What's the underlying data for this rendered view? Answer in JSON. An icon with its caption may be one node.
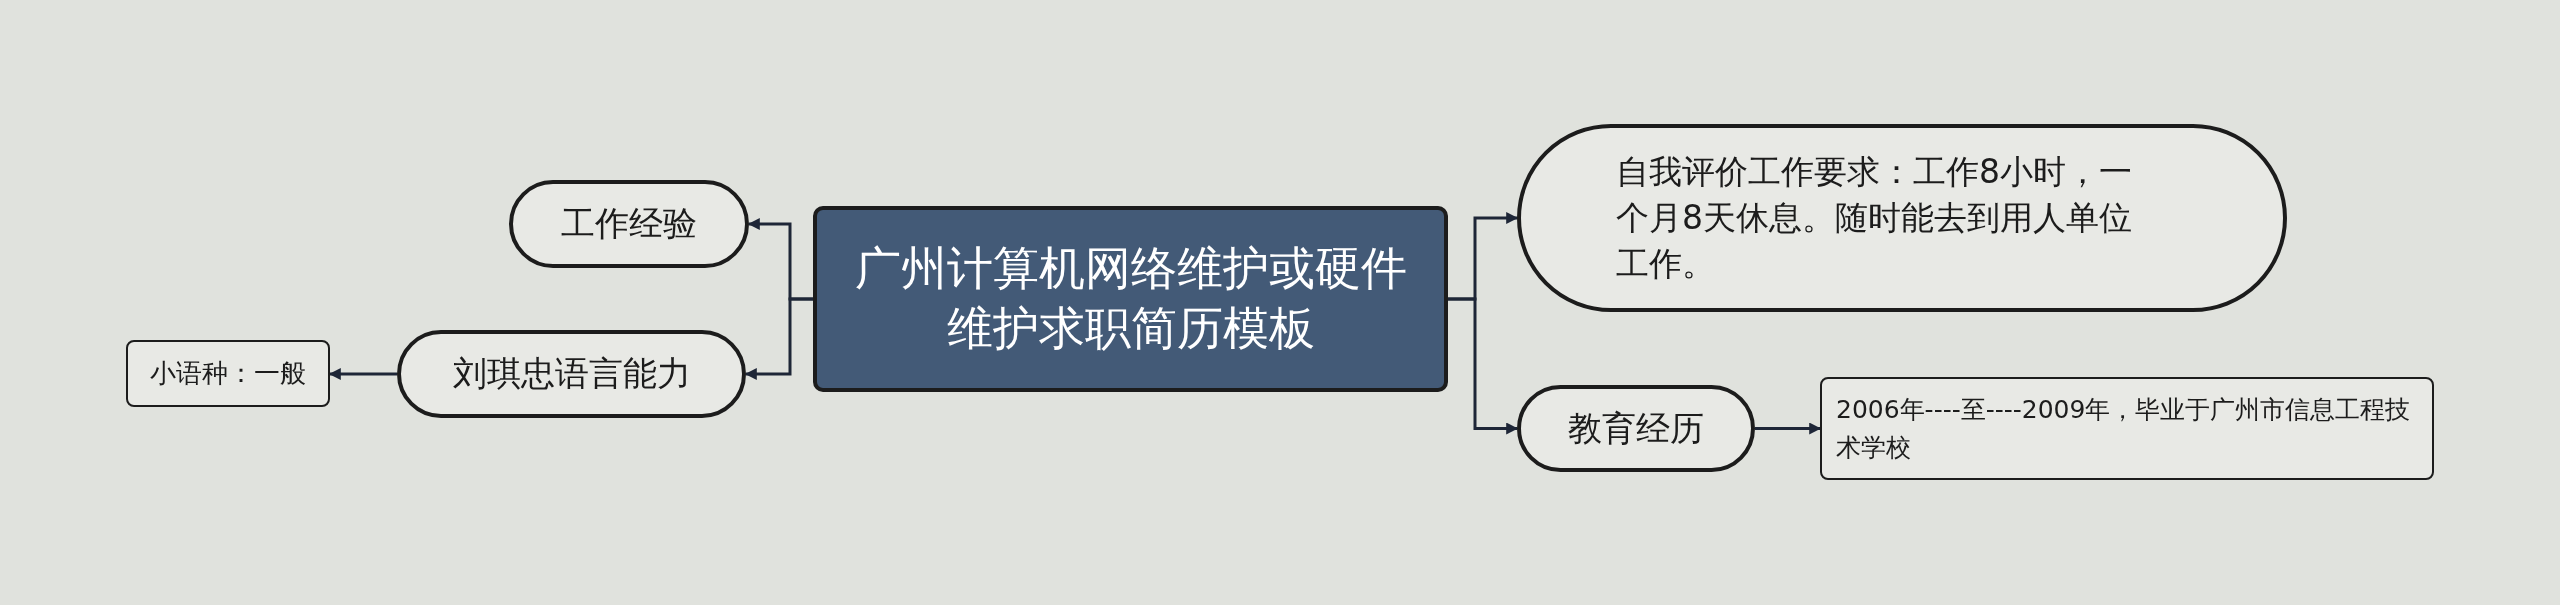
{
  "diagram": {
    "nodes": [
      {
        "text": [
          "广州计算机网络维护或硬件维护求职简历模板"
        ]
      },
      {
        "text": [
          "工作经验"
        ]
      },
      {
        "text": [
          "刘琪忠语言能力"
        ]
      },
      {
        "text": [
          "小语种：一般"
        ]
      },
      {
        "text": [
          "自我评价工作要求：工作8小时，一个月8天休息。随时能去到用人单位工作。"
        ]
      },
      {
        "text": [
          "教育经历"
        ]
      },
      {
        "text": [
          "2006年----至----2009年，毕业于广州市信息工程技术学校"
        ]
      }
    ],
    "edges": [
      {
        "from": 0,
        "to": 1,
        "arrow": "to"
      },
      {
        "from": 0,
        "to": 2,
        "arrow": "to"
      },
      {
        "from": 2,
        "to": 3,
        "arrow": "to"
      },
      {
        "from": 0,
        "to": 4,
        "arrow": "to"
      },
      {
        "from": 0,
        "to": 5,
        "arrow": "to"
      },
      {
        "from": 5,
        "to": 6,
        "arrow": "to"
      }
    ]
  }
}
